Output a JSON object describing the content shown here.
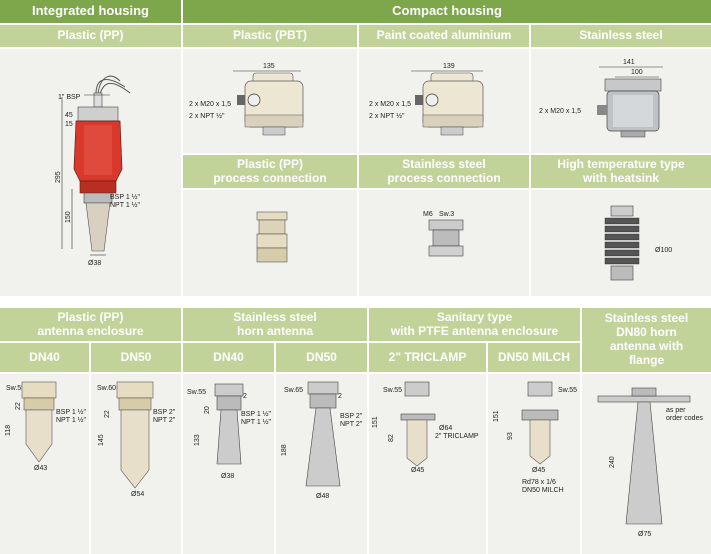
{
  "top_headers": {
    "integrated": "Integrated housing",
    "compact": "Compact housing"
  },
  "sub_headers": {
    "plastic_pp": "Plastic (PP)",
    "plastic_pbt": "Plastic (PBT)",
    "paint_alu": "Paint coated aluminium",
    "stainless": "Stainless steel",
    "pp_process": "Plastic (PP)\nprocess connection",
    "ss_process": "Stainless steel\nprocess connection",
    "high_temp": "High temperature type\nwith heatsink"
  },
  "bottom_headers": {
    "pp_antenna": "Plastic (PP)\nantenna enclosure",
    "ss_horn": "Stainless steel\nhorn antenna",
    "sanitary": "Sanitary type\nwith PTFE antenna enclosure",
    "dn80": "Stainless steel\nDN80 horn\nantenna with\nflange"
  },
  "bottom_subs": {
    "a": "DN40",
    "b": "DN50",
    "c": "DN40",
    "d": "DN50",
    "e": "2\" TRICLAMP",
    "f": "DN50 MILCH"
  },
  "labels": {
    "bsp1": "1\" BSP",
    "d45": "45",
    "d15": "15",
    "h295": "295",
    "h150": "150",
    "bsp15": "BSP 1 ½\"",
    "npt15": "NPT 1 ½\"",
    "d38": "Ø38",
    "w135": "135",
    "w139": "139",
    "w141": "141",
    "w100": "100",
    "m20": "2 x M20 x 1,5",
    "npt12": "2 x NPT ½\"",
    "m6": "M6",
    "sw3": "Sw.3",
    "d100": "Ø100",
    "sw55": "Sw.55",
    "sw60": "Sw.60",
    "sw65": "Sw.65",
    "h22": "22",
    "h118": "118",
    "h145": "145",
    "d43": "Ø43",
    "d54": "Ø54",
    "bsp2": "BSP 2\"",
    "npt2": "NPT 2\"",
    "h20": "20",
    "h2": "2",
    "h133": "133",
    "h188": "188",
    "d48": "Ø48",
    "h151": "151",
    "h82": "82",
    "h93": "93",
    "d64": "Ø64",
    "triclamp": "2\" TRICLAMP",
    "d45b": "Ø45",
    "rd78": "Rd78 x 1/6",
    "milch": "DN50 MILCH",
    "h240": "240",
    "order": "as per",
    "order2": "order codes",
    "d75": "Ø75"
  }
}
